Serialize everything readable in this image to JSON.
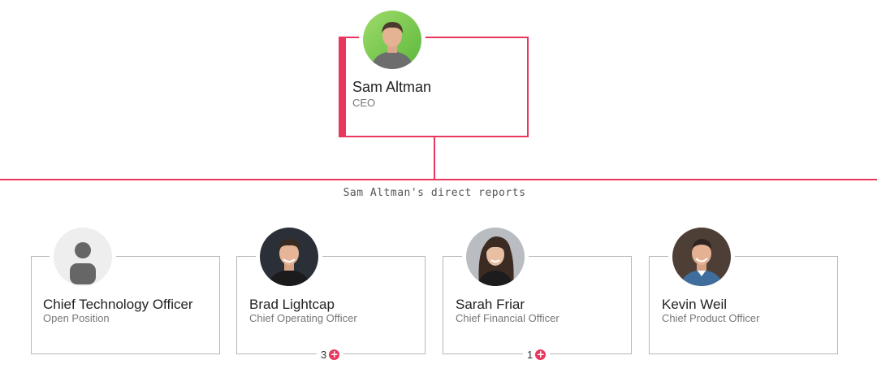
{
  "ceo": {
    "name": "Sam Altman",
    "title": "CEO"
  },
  "reports_caption": "Sam Altman's direct reports",
  "reports": [
    {
      "name": "Chief Technology Officer",
      "title": "Open Position",
      "count": ""
    },
    {
      "name": "Brad Lightcap",
      "title": "Chief Operating Officer",
      "count": "3"
    },
    {
      "name": "Sarah Friar",
      "title": "Chief Financial Officer",
      "count": "1"
    },
    {
      "name": "Kevin Weil",
      "title": "Chief Product Officer",
      "count": ""
    }
  ],
  "colors": {
    "accent": "#e8365d",
    "card_border": "#b8b8b8",
    "name_text": "#222222",
    "title_text": "#777777"
  },
  "icons": {
    "expand": "plus-circle-icon"
  }
}
